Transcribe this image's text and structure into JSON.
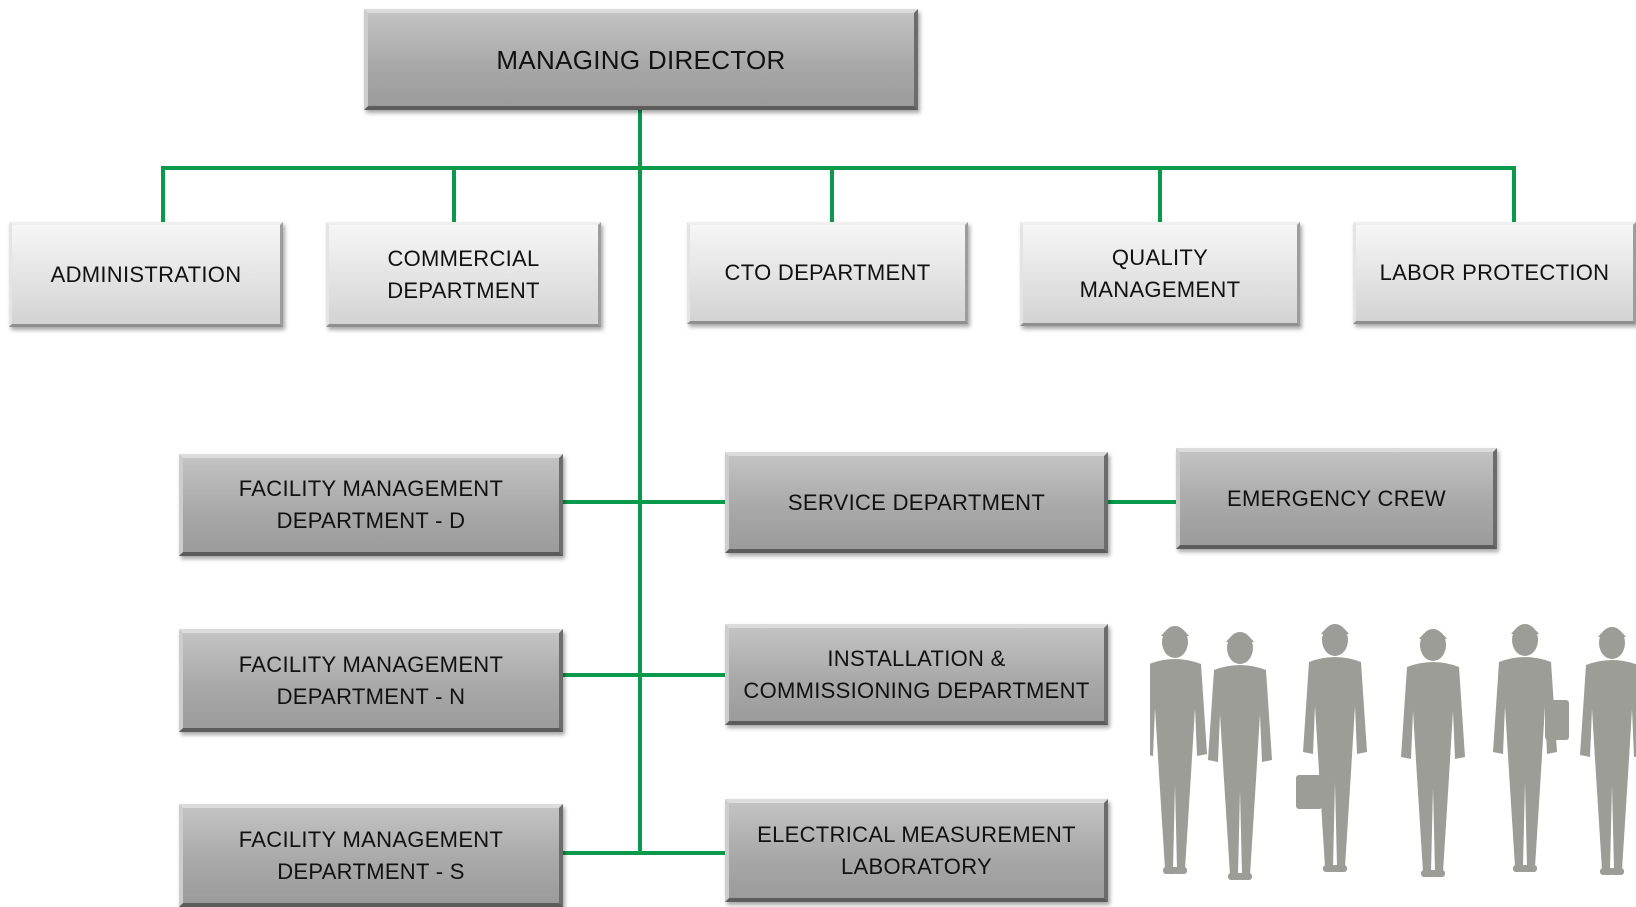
{
  "colors": {
    "connector": "#0a9a4c",
    "box_light": "#e6e6e6",
    "box_dark": "#a8a8a8",
    "silhouette": "#9d9d97"
  },
  "top": {
    "label": "MANAGING DIRECTOR"
  },
  "level1": [
    {
      "label": "ADMINISTRATION"
    },
    {
      "label": "COMMERCIAL\nDEPARTMENT"
    },
    {
      "label": "CTO DEPARTMENT"
    },
    {
      "label": "QUALITY\nMANAGEMENT"
    },
    {
      "label": "LABOR PROTECTION"
    }
  ],
  "facility": [
    {
      "label": "FACILITY MANAGEMENT\nDEPARTMENT - D"
    },
    {
      "label": "FACILITY MANAGEMENT\nDEPARTMENT - N"
    },
    {
      "label": "FACILITY MANAGEMENT\nDEPARTMENT - S"
    }
  ],
  "technical": [
    {
      "label": "SERVICE DEPARTMENT"
    },
    {
      "label": "INSTALLATION &\nCOMMISSIONING DEPARTMENT"
    },
    {
      "label": "ELECTRICAL MEASUREMENT\nLABORATORY"
    }
  ],
  "emergency": {
    "label": "EMERGENCY CREW"
  },
  "illustration": {
    "icon": "workers-silhouette-icon"
  }
}
